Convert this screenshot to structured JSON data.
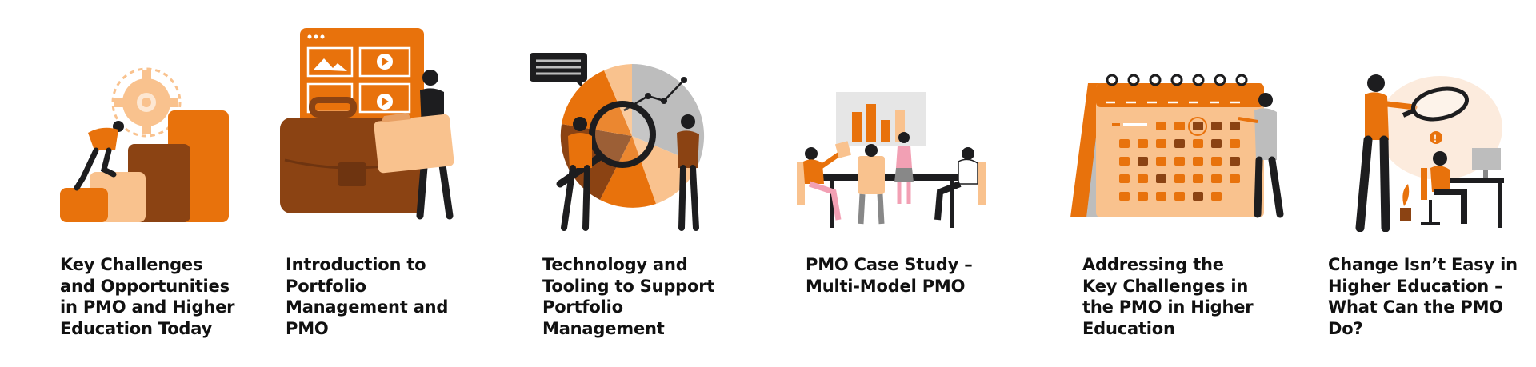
{
  "palette": {
    "orange": "#E8720C",
    "light_orange": "#F9C28E",
    "brown": "#8B4313",
    "dark": "#1D1D1F",
    "gray": "#BDBDBD",
    "light_gray": "#E6E6E6"
  },
  "topics": [
    {
      "illustration": "person-climbing-steps-with-gear-icon",
      "title": "Key Challenges\nand Opportunities\nin PMO and Higher\nEducation Today"
    },
    {
      "illustration": "briefcase-and-media-folder-icon",
      "title": "Introduction to\nPortfolio\nManagement and\nPMO"
    },
    {
      "illustration": "pie-chart-magnifier-analysts-icon",
      "title": "Technology and\nTooling to Support\nPortfolio\nManagement"
    },
    {
      "illustration": "team-meeting-table-icon",
      "title": "PMO Case Study –\nMulti-Model PMO"
    },
    {
      "illustration": "large-calendar-with-person-icon",
      "title": "Addressing the\nKey Challenges in\nthe PMO in Higher\nEducation"
    },
    {
      "illustration": "person-with-magnifier-over-desk-icon",
      "title": "Change Isn’t Easy in\nHigher Education –\nWhat Can the PMO\nDo?"
    }
  ]
}
